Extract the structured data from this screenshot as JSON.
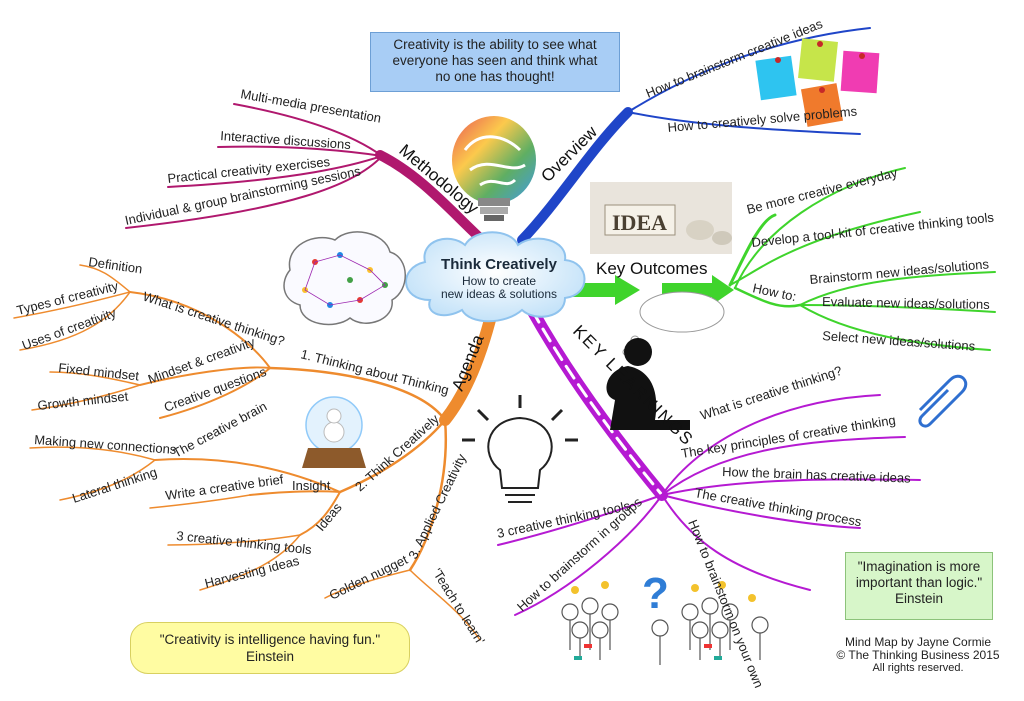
{
  "center": {
    "title": "Think Creatively",
    "subtitle_1": "How to create",
    "subtitle_2": "new ideas & solutions"
  },
  "quotes": {
    "top_1": "Creativity is the ability to see what",
    "top_2": "everyone has seen and think what",
    "top_3": "no one has thought!",
    "einstein1_1": "\"Creativity is intelligence having fun.\"",
    "einstein1_2": "Einstein",
    "einstein2_1": "\"Imagination is more",
    "einstein2_2": "important than logic.\"",
    "einstein2_3": "Einstein"
  },
  "credit": {
    "line1": "Mind Map by Jayne Cormie",
    "line2": "© The Thinking Business 2015",
    "line3": "All rights reserved."
  },
  "methodology": {
    "label": "Methodology",
    "items": [
      "Multi-media presentation",
      "Interactive discussions",
      "Practical creativity exercises",
      "Individual & group brainstorming sessions"
    ]
  },
  "overview": {
    "label": "Overview",
    "items": [
      "How to brainstorm creative ideas",
      "How to creatively solve problems"
    ]
  },
  "key_outcomes": {
    "label": "Key Outcomes",
    "items": [
      "Be more creative everyday",
      "Develop a tool-kit of creative thinking tools"
    ],
    "how_to": "How to:",
    "how_items": [
      "Brainstorm new ideas/solutions",
      "Evaluate new ideas/solutions",
      "Select new ideas/solutions"
    ]
  },
  "key_learnings": {
    "label": "KEY LEARNINGS",
    "items": [
      "What is creative thinking?",
      "The key principles of creative thinking",
      "How the brain has creative ideas",
      "The creative thinking process",
      "3 creative thinking tools",
      "How to brainstorm in groups",
      "How to brainstorm on your own"
    ]
  },
  "agenda": {
    "label": "Agenda",
    "s1": {
      "label": "1. Thinking about Thinking",
      "what": "What is creative thinking?",
      "what_items": [
        "Definition",
        "Types of creativity",
        "Uses of creativity"
      ],
      "mindset": "Mindset & creativity",
      "mindset_items": [
        "Fixed mindset",
        "Growth mindset"
      ],
      "questions": "Creative questions"
    },
    "s2": {
      "label": "2. Think Creatively",
      "brain": "The creative brain",
      "brain_items": [
        "Making new connections",
        "Lateral thinking"
      ],
      "insight": "Insight",
      "insight_items": [
        "Write a creative brief"
      ],
      "ideas": "Ideas",
      "ideas_items": [
        "3 creative thinking tools",
        "Harvesting ideas"
      ]
    },
    "s3": {
      "label": "3. Applied Creativity",
      "items": [
        "Golden nugget",
        "'Teach to learn'"
      ]
    }
  },
  "images": {
    "idea_sign": "IDEA"
  },
  "colors": {
    "methodology": "#b0186e",
    "overview": "#1f45c8",
    "key_outcomes": "#3fd42c",
    "key_learnings": "#b51ad2",
    "agenda": "#ee8b2e",
    "cloud": "#d8ecfb"
  }
}
